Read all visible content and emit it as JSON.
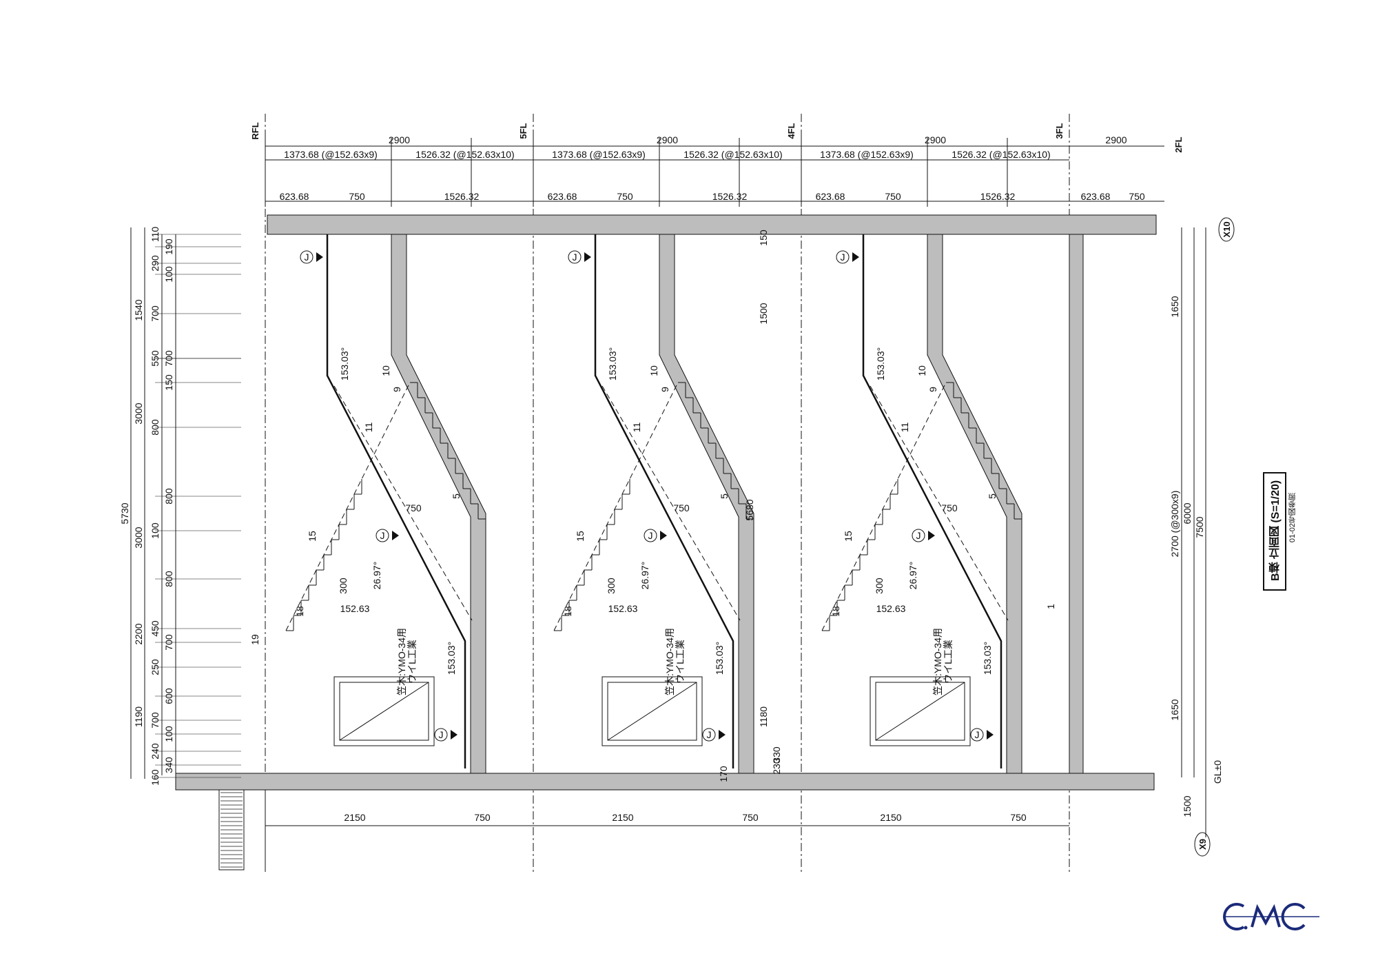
{
  "sheet": {
    "title": "B棟 立面図 (S=1/20)",
    "subtitle": "01-02号図参照",
    "logo_text": "CMC",
    "colors": {
      "line": "#111111",
      "wall": "#bdbdbd",
      "hatch": "#8a8a8a",
      "logo": "#1b2a7a"
    }
  },
  "levels": [
    "RFL",
    "5FL",
    "4FL",
    "3FL",
    "2FL"
  ],
  "top_dims": {
    "spans": [
      "2900",
      "2900",
      "2900",
      "2900"
    ],
    "sub": [
      "1373.68 (@152.63x9)",
      "1526.32 (@152.63x10)"
    ],
    "detail": [
      "623.68",
      "750",
      "1526.32"
    ],
    "last_detail": [
      "623.68",
      "750"
    ]
  },
  "bottom_dims": [
    "2150",
    "750"
  ],
  "left_dims": {
    "a": [
      "110",
      "190",
      "290",
      "100",
      "700",
      "700",
      "550",
      "150",
      "800",
      "800",
      "100",
      "800",
      "450",
      "700",
      "250",
      "600",
      "700",
      "100",
      "240",
      "340",
      "160"
    ],
    "b": [
      "1540",
      "3000",
      "3000",
      "2200",
      "1190"
    ],
    "total": "5730"
  },
  "right_dims": {
    "a": "1650",
    "b": "2700 (@300x9)",
    "c": "1650",
    "d": "6000",
    "e": "7500",
    "f": "1500"
  },
  "grid_labels": [
    "X10",
    "X9"
  ],
  "stair": {
    "angle": "153.03°",
    "slope_angle": "26.97°",
    "riser": "300",
    "tread": "152.63",
    "landing": "750",
    "handrail_note_1": "笠木:YMO-34用",
    "handrail_note_2": "ウイL工業",
    "bracket_tag": "J",
    "step_numbers": [
      "10",
      "9",
      "11",
      "5",
      "15",
      "18",
      "19",
      "1"
    ]
  },
  "extra_dims": [
    "5680",
    "1500",
    "1180",
    "330",
    "230",
    "170",
    "150"
  ],
  "ground_tag": "GL±0"
}
